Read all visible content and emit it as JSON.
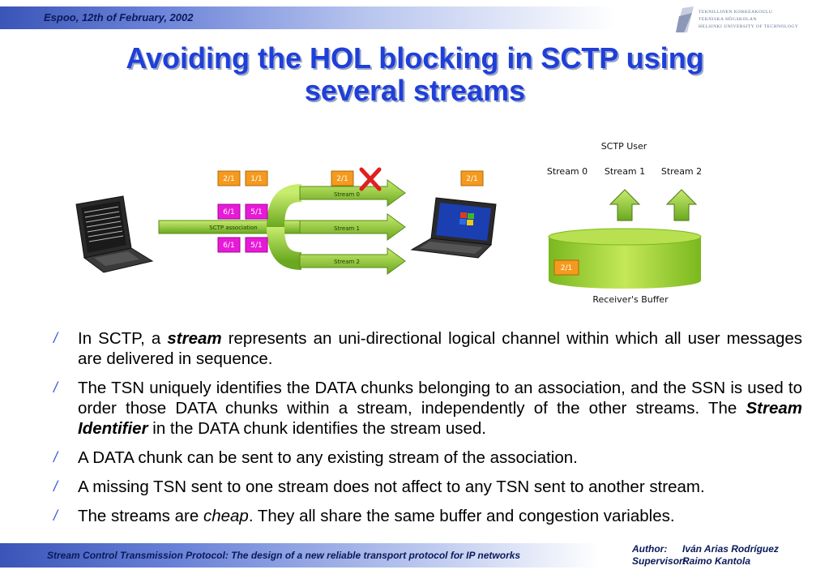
{
  "header": {
    "date": "Espoo, 12th of February, 2002",
    "logo_lines": [
      "TEKNILLINEN KORKEAKOULU",
      "TEKNISKA HÖGSKOLAN",
      "HELSINKI UNIVERSITY OF TECHNOLOGY"
    ]
  },
  "title": {
    "line1": "Avoiding the HOL blocking in SCTP using",
    "line2": "several streams"
  },
  "diagram": {
    "association_label": "SCTP association",
    "stream_labels": [
      "Stream 0",
      "Stream 1",
      "Stream 2"
    ],
    "chunks_top": [
      "2/1",
      "1/1"
    ],
    "chunks_mid": [
      "6/1",
      "5/1"
    ],
    "chunks_bot": [
      "6/1",
      "5/1"
    ],
    "chunk_lost": "2/1",
    "chunk_delivered": "2/1",
    "receiver": {
      "user_label": "SCTP User",
      "stream_labels": [
        "Stream 0",
        "Stream 1",
        "Stream 2"
      ],
      "buffer_chunk": "2/1",
      "buffer_label": "Receiver's Buffer"
    },
    "colors": {
      "chunk_orange": "#f59a1e",
      "chunk_magenta": "#e81ad8",
      "arrow_green": "#8cc63f",
      "buffer_green": "#9acd32",
      "lost_mark": "#e02020"
    }
  },
  "bullets": [
    {
      "pre": "In SCTP, a ",
      "em": "stream",
      "post": " represents an uni-directional logical channel within which all user messages are delivered in sequence."
    },
    {
      "pre": "The TSN uniquely identifies the DATA chunks belonging to an association, and the SSN is used to order those DATA chunks within a stream, independently of the other streams. The ",
      "em": "Stream Identifier",
      "post": " in the DATA chunk identifies the stream used."
    },
    {
      "pre": "A DATA chunk can be sent to any existing stream of the association.",
      "em": "",
      "post": ""
    },
    {
      "pre": "A missing TSN sent to one stream does not affect to any TSN sent to another stream.",
      "em": "",
      "post": ""
    },
    {
      "pre": "The streams are ",
      "em": "cheap",
      "post": ". They all share the same buffer and congestion variables."
    }
  ],
  "bullet_mark": "/",
  "footer": {
    "text": "Stream Control Transmission Protocol: The design of a new reliable transport protocol for IP networks",
    "author_key": "Author:",
    "author_name": "Iván Arias Rodríguez",
    "supervisor_key": "Supervisor:",
    "supervisor_name": "Raimo Kantola"
  }
}
